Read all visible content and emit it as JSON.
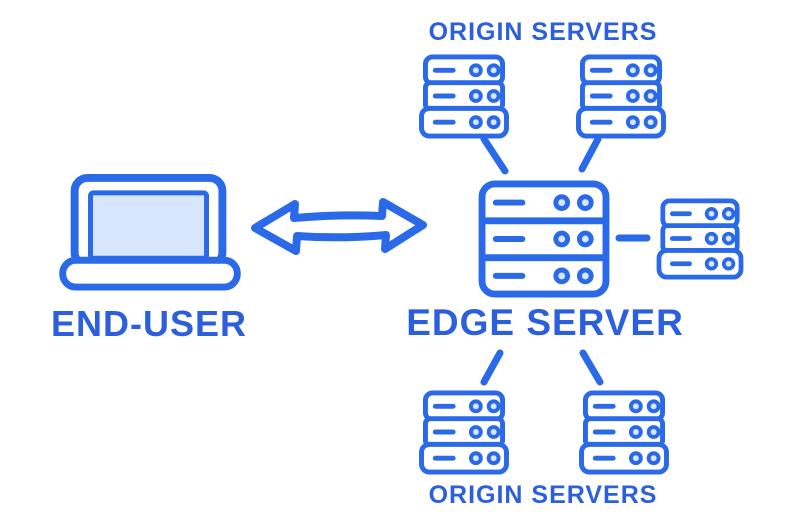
{
  "diagram_type": "cdn-edge-server-architecture",
  "labels": {
    "origin_top": "ORIGIN SERVERS",
    "end_user": "END-USER",
    "edge_server": "EDGE SERVER",
    "origin_bottom": "ORIGIN SERVERS"
  },
  "nodes": {
    "end_user": {
      "label": "END-USER",
      "icon": "laptop-icon"
    },
    "edge_server": {
      "label": "EDGE SERVER",
      "icon": "server-rack-large-icon"
    },
    "origin_server_top_left": {
      "icon": "server-rack-icon",
      "group_label": "ORIGIN SERVERS"
    },
    "origin_server_top_right": {
      "icon": "server-rack-icon",
      "group_label": "ORIGIN SERVERS"
    },
    "origin_server_right": {
      "icon": "server-rack-icon"
    },
    "origin_server_bottom_left": {
      "icon": "server-rack-icon",
      "group_label": "ORIGIN SERVERS"
    },
    "origin_server_bottom_right": {
      "icon": "server-rack-icon",
      "group_label": "ORIGIN SERVERS"
    }
  },
  "connections": [
    {
      "from": "end_user",
      "to": "edge_server",
      "type": "bidirectional-arrow"
    },
    {
      "from": "edge_server",
      "to": "origin_server_top_left",
      "type": "line"
    },
    {
      "from": "edge_server",
      "to": "origin_server_top_right",
      "type": "line"
    },
    {
      "from": "edge_server",
      "to": "origin_server_right",
      "type": "line"
    },
    {
      "from": "edge_server",
      "to": "origin_server_bottom_left",
      "type": "line"
    },
    {
      "from": "edge_server",
      "to": "origin_server_bottom_right",
      "type": "line"
    }
  ],
  "colors": {
    "accent": "#2a6ae8",
    "text_blue": "#2b5fdb",
    "light_fill": "#d8e6fc",
    "bg": "#ffffff"
  }
}
